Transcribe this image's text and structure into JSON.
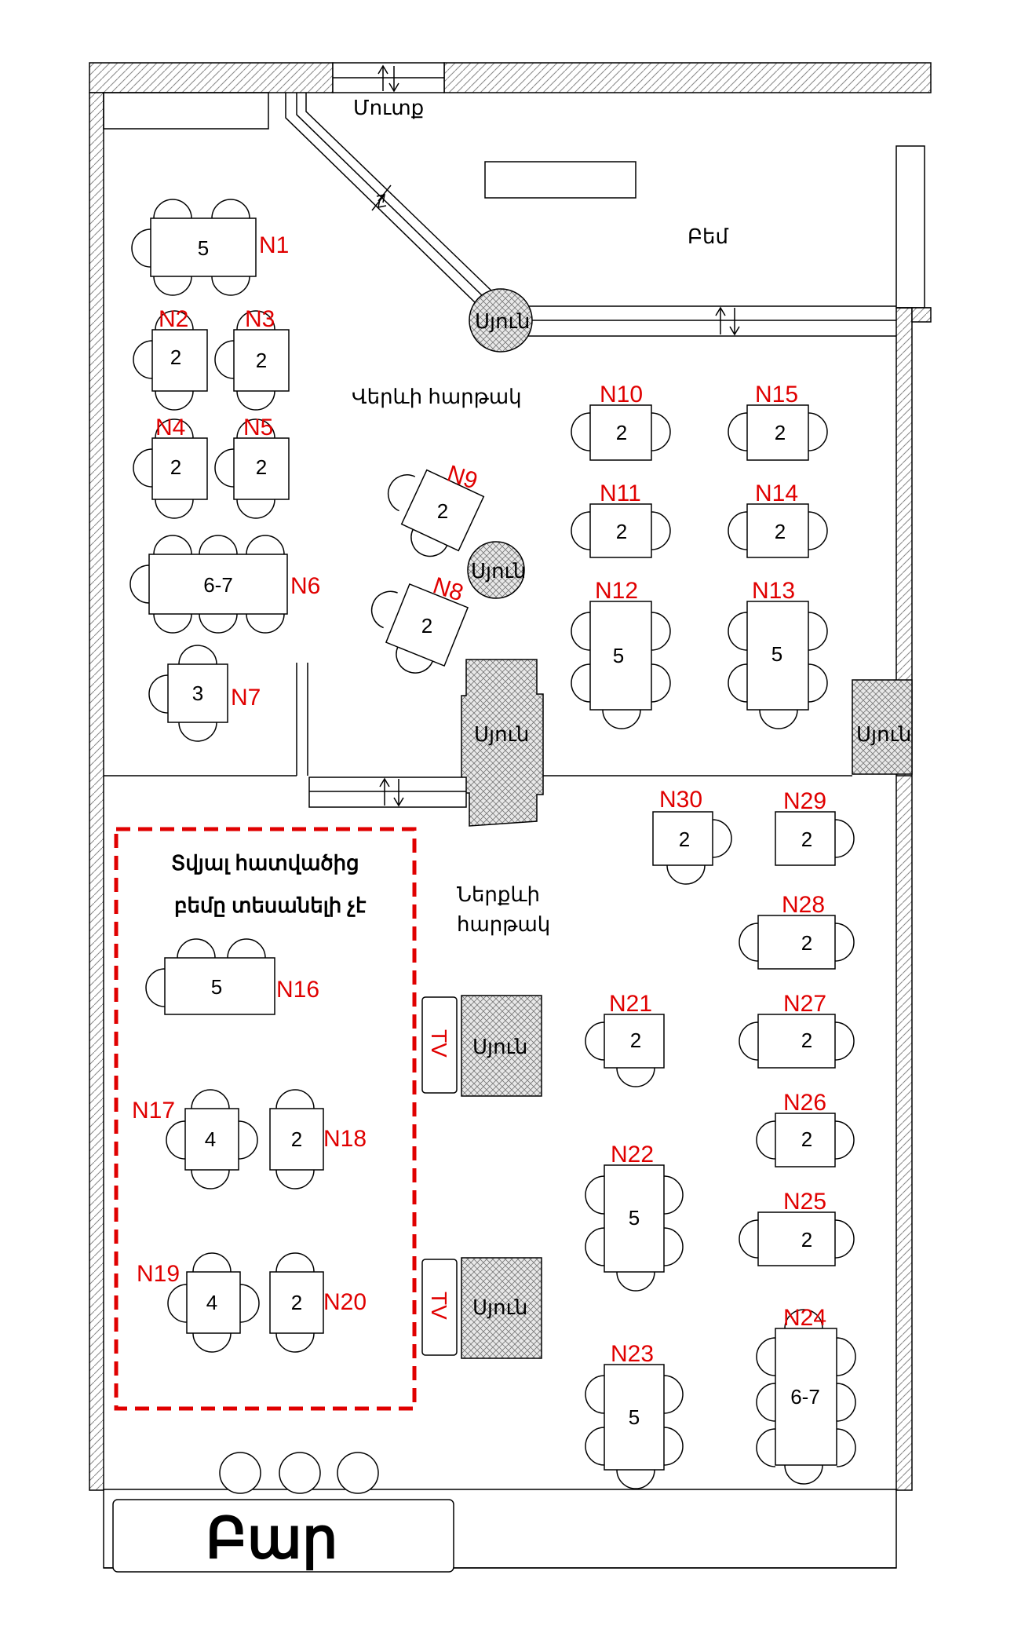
{
  "labels": {
    "entrance": "Մուտք",
    "stage": "Բեմ",
    "upper_hall": "Վերևի հարթակ",
    "lower_hall_line1": "Ներքևի",
    "lower_hall_line2": "հարթակ",
    "column": "Սյուն",
    "tv": "TV",
    "bar": "Բար",
    "note_line1": "Տվյալ հատվածից",
    "note_line2": "բեմը տեսանելի չէ"
  },
  "tables": [
    {
      "id": "N1",
      "seats": "5"
    },
    {
      "id": "N2",
      "seats": "2"
    },
    {
      "id": "N3",
      "seats": "2"
    },
    {
      "id": "N4",
      "seats": "2"
    },
    {
      "id": "N5",
      "seats": "2"
    },
    {
      "id": "N6",
      "seats": "6-7"
    },
    {
      "id": "N7",
      "seats": "3"
    },
    {
      "id": "N8",
      "seats": "2"
    },
    {
      "id": "N9",
      "seats": "2"
    },
    {
      "id": "N10",
      "seats": "2"
    },
    {
      "id": "N11",
      "seats": "2"
    },
    {
      "id": "N12",
      "seats": "5"
    },
    {
      "id": "N13",
      "seats": "5"
    },
    {
      "id": "N14",
      "seats": "2"
    },
    {
      "id": "N15",
      "seats": "2"
    },
    {
      "id": "N16",
      "seats": "5"
    },
    {
      "id": "N17",
      "seats": "4"
    },
    {
      "id": "N18",
      "seats": "2"
    },
    {
      "id": "N19",
      "seats": "4"
    },
    {
      "id": "N20",
      "seats": "2"
    },
    {
      "id": "N21",
      "seats": "2"
    },
    {
      "id": "N22",
      "seats": "5"
    },
    {
      "id": "N23",
      "seats": "5"
    },
    {
      "id": "N24",
      "seats": "6-7"
    },
    {
      "id": "N25",
      "seats": "2"
    },
    {
      "id": "N26",
      "seats": "2"
    },
    {
      "id": "N27",
      "seats": "2"
    },
    {
      "id": "N28",
      "seats": "2"
    },
    {
      "id": "N29",
      "seats": "2"
    },
    {
      "id": "N30",
      "seats": "2"
    }
  ],
  "colors": {
    "accent": "#e00000",
    "line": "#000000",
    "background": "#ffffff"
  }
}
